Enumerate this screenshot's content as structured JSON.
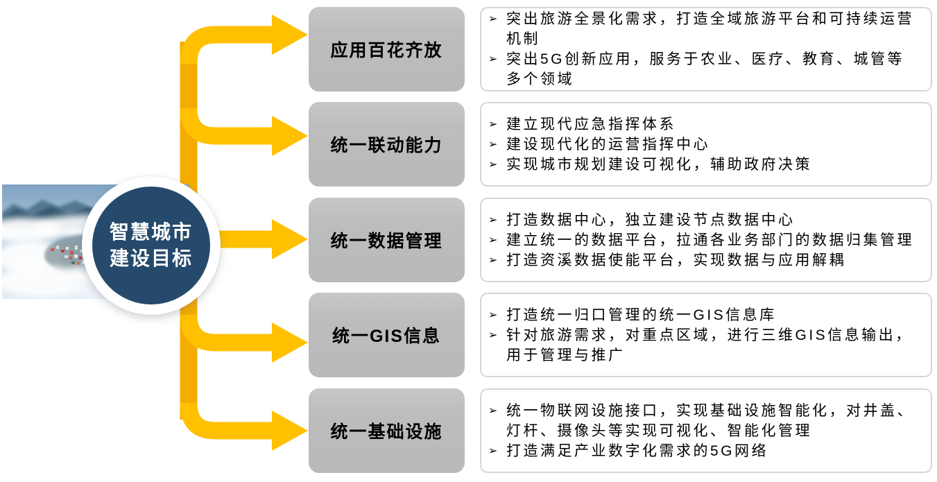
{
  "center_node": {
    "line1": "智慧城市",
    "line2": "建设目标"
  },
  "bullet_marker": "➢",
  "sections": [
    {
      "title": "应用百花齐放",
      "bullets": [
        "突出旅游全景化需求，打造全域旅游平台和可持续运营机制",
        "突出5G创新应用，服务于农业、医疗、教育、城管等多个领域"
      ]
    },
    {
      "title": "统一联动能力",
      "bullets": [
        "建立现代应急指挥体系",
        "建设现代化的运营指挥中心",
        "实现城市规划建设可视化，辅助政府决策"
      ]
    },
    {
      "title": "统一数据管理",
      "bullets": [
        "打造数据中心，独立建设节点数据中心",
        "建立统一的数据平台，拉通各业务部门的数据归集管理",
        "打造资溪数据使能平台，实现数据与应用解耦"
      ]
    },
    {
      "title": "统一GIS信息",
      "bullets": [
        "打造统一归口管理的统一GIS信息库",
        "针对旅游需求，对重点区域，进行三维GIS信息输出，用于管理与推广"
      ]
    },
    {
      "title": "统一基础设施",
      "bullets": [
        "统一物联网设施接口，实现基础设施智能化，对井盖、灯杆、摄像头等实现可视化、智能化管理",
        "打造满足产业数字化需求的5G网络"
      ]
    }
  ],
  "colors": {
    "arrow_gold": "#FFC000",
    "trunk_gold": "#F5AC00",
    "node_navy": "#264A6B",
    "title_box_gray": "#BFBFBF",
    "panel_border_gray": "#D6D6D6",
    "text_black": "#000000"
  },
  "photo": {
    "name": "aerial-city-in-sea-of-clouds"
  }
}
